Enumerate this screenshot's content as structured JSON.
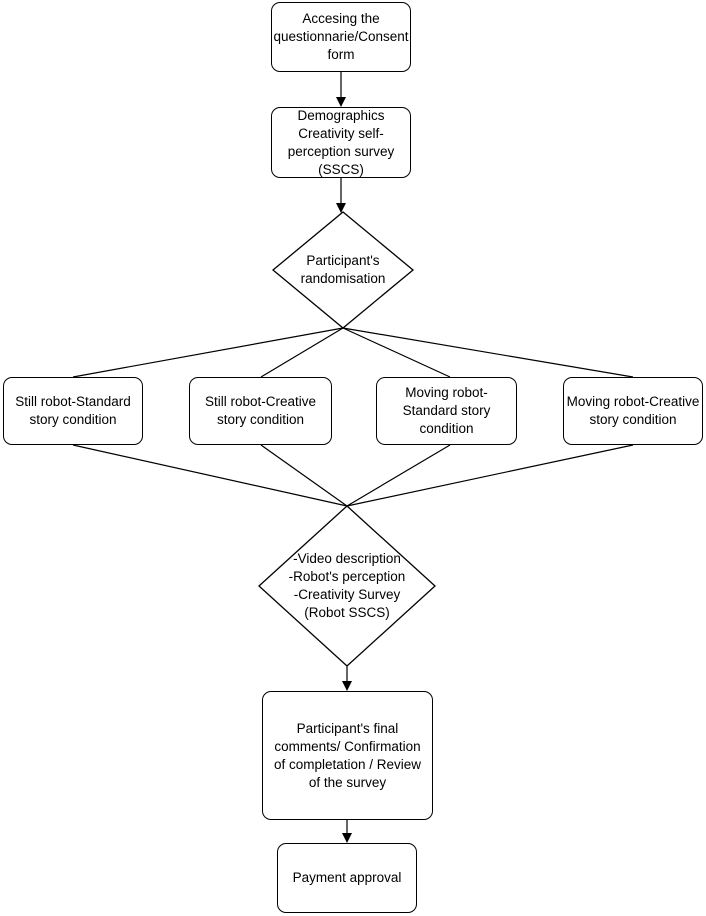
{
  "diagram": {
    "nodes": {
      "consent": "Accesing the\nquestionnarie/Consent\nform",
      "demographics": "Demographics\nCreativity self-\nperception survey\n(SSCS)",
      "randomisation": "Participant's\nrandomisation",
      "cond_still_standard": "Still robot-Standard\nstory condition",
      "cond_still_creative": "Still robot-Creative\nstory condition",
      "cond_moving_standard": "Moving robot-\nStandard story\ncondition",
      "cond_moving_creative": "Moving robot-Creative\nstory condition",
      "video_survey": "-Video description\n-Robot's perception\n-Creativity Survey\n(Robot SSCS)",
      "final_comments": "Participant's final\ncomments/ Confirmation\nof completation / Review\nof the survey",
      "payment": "Payment approval"
    },
    "edges": [
      [
        "consent",
        "demographics"
      ],
      [
        "demographics",
        "randomisation"
      ],
      [
        "randomisation",
        "cond_still_standard"
      ],
      [
        "randomisation",
        "cond_still_creative"
      ],
      [
        "randomisation",
        "cond_moving_standard"
      ],
      [
        "randomisation",
        "cond_moving_creative"
      ],
      [
        "cond_still_standard",
        "video_survey"
      ],
      [
        "cond_still_creative",
        "video_survey"
      ],
      [
        "cond_moving_standard",
        "video_survey"
      ],
      [
        "cond_moving_creative",
        "video_survey"
      ],
      [
        "video_survey",
        "final_comments"
      ],
      [
        "final_comments",
        "payment"
      ]
    ]
  }
}
